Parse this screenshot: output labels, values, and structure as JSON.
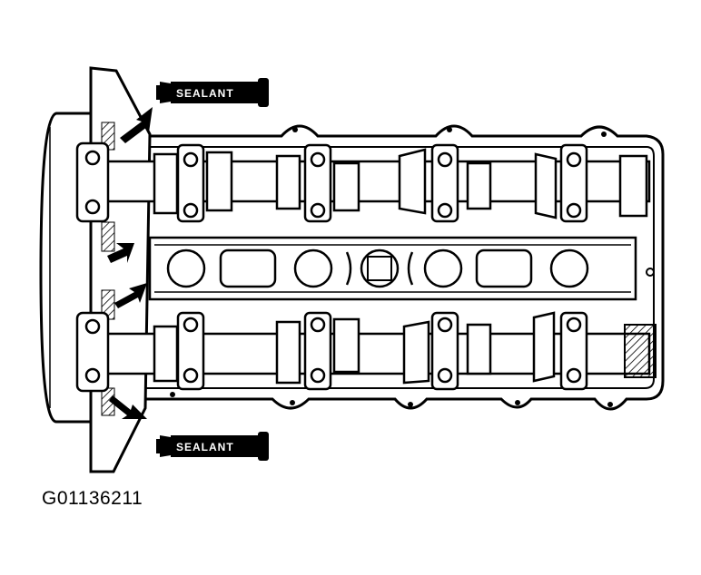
{
  "callouts": {
    "top_label": "SEALANT",
    "bottom_label": "SEALANT"
  },
  "figure_id": "G01136211",
  "colors": {
    "ink": "#000000",
    "paper": "#ffffff"
  }
}
